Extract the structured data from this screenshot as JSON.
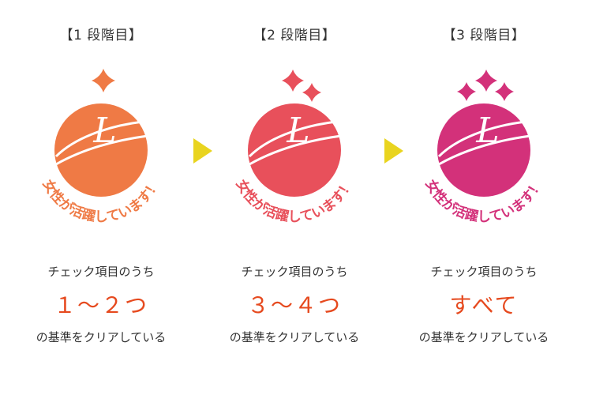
{
  "stages": [
    {
      "heading": "【1 段階目】",
      "badge_text": "女性が活躍しています！",
      "badge_letter": "L",
      "stars": 1,
      "color": "#ef7a45",
      "check_label": "チェック項目のうち",
      "value": "１～２つ",
      "suffix": "の基準をクリアしている"
    },
    {
      "heading": "【2 段階目】",
      "badge_text": "女性が活躍しています！",
      "badge_letter": "L",
      "stars": 2,
      "color": "#e8505b",
      "check_label": "チェック項目のうち",
      "value": "３～４つ",
      "suffix": "の基準をクリアしている"
    },
    {
      "heading": "【3 段階目】",
      "badge_text": "女性が活躍しています！",
      "badge_letter": "L",
      "stars": 3,
      "color": "#d3317a",
      "check_label": "チェック項目のうち",
      "value": "すべて",
      "suffix": "の基準をクリアしている"
    }
  ],
  "value_color": "#e64a1f",
  "arrow_color": "#e9d41f",
  "icons": [
    "star-sparkle-icon",
    "arrow-right-icon"
  ]
}
